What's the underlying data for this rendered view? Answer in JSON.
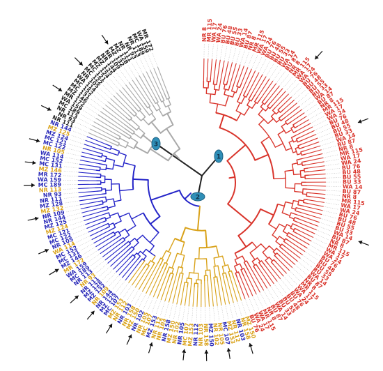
{
  "colors": {
    "clade1": "#d9342b",
    "clade2_blue": "#2424c8",
    "clade2_gold": "#d9a21a",
    "clade3": "#a9a9a9",
    "root": "#222222",
    "node_marker": "#2f8fb8",
    "arrow": "#111111",
    "label_black": "#222222",
    "label_red": "#d9342b",
    "label_blue": "#2a2ab8",
    "label_gold": "#d9a21a"
  },
  "nodes": [
    {
      "label": "1",
      "clade": "red"
    },
    {
      "label": "2",
      "clade": "blue-gold"
    },
    {
      "label": "3",
      "clade": "grey"
    }
  ],
  "tip_labels": {
    "right": [
      "NR 8",
      "MR 115",
      "WA 17",
      "WA 24",
      "BU 76",
      "BU 48",
      "BU 55",
      "BU 33",
      "WA 14",
      "BU 87"
    ],
    "left": [
      "MZ 124",
      "MZ 125",
      "NR 144",
      "NR 109",
      "MZ 132",
      "MZ 128",
      "NR 111",
      "NR 93",
      "NR 113",
      "MC 189",
      "WA 159",
      "MR 172",
      "MZ 146",
      "MC 131",
      "MC 152",
      "WA 114",
      "NR 105",
      "MC 122",
      "MC 121"
    ],
    "bottom": [
      "NR 112",
      "MZ 153",
      "MC 107",
      "NR 105",
      "NR 102",
      "MZ 150",
      "NR 158",
      "NR 103"
    ]
  }
}
